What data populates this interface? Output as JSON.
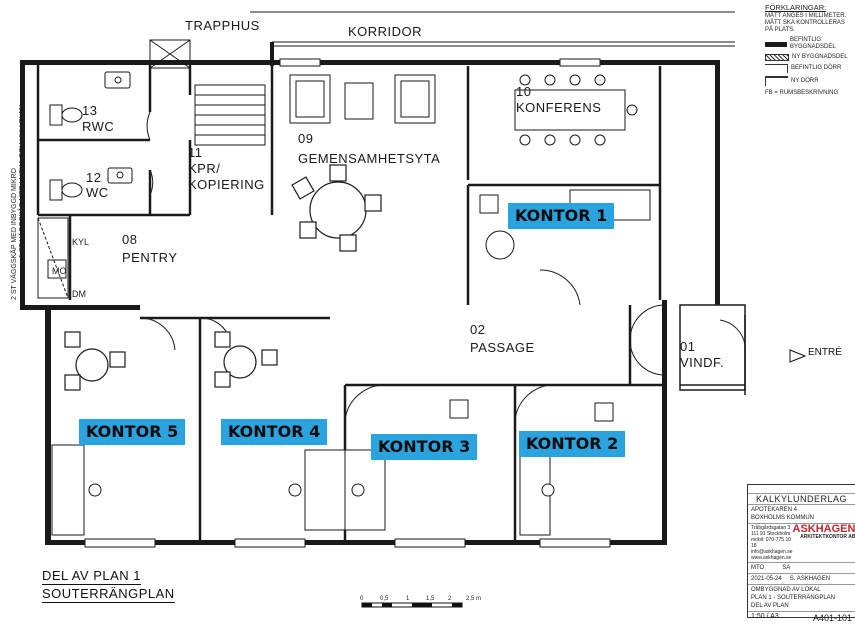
{
  "rooms": {
    "trapphus": "TRAPPHUS",
    "korridor": "KORRIDOR",
    "r13_num": "13",
    "r13_name": "RWC",
    "r12_num": "12",
    "r12_name": "WC",
    "r11_num": "11",
    "r11_line1": "KPR/",
    "r11_line2": "KOPIERING",
    "r09_num": "09",
    "r09_name": "GEMENSAMHETSYTA",
    "r10_num": "10",
    "r10_name": "KONFERENS",
    "r08_num": "08",
    "r08_name": "PENTRY",
    "r02_num": "02",
    "r02_name": "PASSAGE",
    "r01_num": "01",
    "r01_name": "VINDF."
  },
  "fixtures": {
    "kyl": "KYL",
    "mo": "MO",
    "dm": "DM",
    "wall_note_1": "1 ST VÄGGSKÅP MED LUCKA OCH HYLLPLAN",
    "wall_note_2": "2 ST VÄGGSKÅP MED INBYGGD MIKRO"
  },
  "offices": {
    "k1": "KONTOR 1",
    "k2": "KONTOR 2",
    "k3": "KONTOR 3",
    "k4": "KONTOR 4",
    "k5": "KONTOR 5"
  },
  "entrance": "ENTRÉ",
  "plan_title": {
    "line1": "DEL AV PLAN 1",
    "line2": "SOUTERRÄNGPLAN"
  },
  "scale_labels": [
    "0",
    "0,5",
    "1",
    "1,5",
    "2",
    "2,5 m"
  ],
  "legend": {
    "heading": "FÖRKLARINGAR:",
    "note1": "MÅTT ANGES I MILLIMETER.",
    "note2": "MÅTT SKA KONTROLLERAS",
    "note3": "PÅ PLATS.",
    "item1": "BEFINTLIG BYGGNADSDEL",
    "item2": "NY BYGGNADSDEL",
    "item3": "BEFINTLIG DÖRR",
    "item4": "NY DÖRR",
    "fb": "FB = RUMSBESKRIVNING"
  },
  "titleblock": {
    "kalkyl": "KALKYLUNDERLAG",
    "project1": "APOTEKAREN 4",
    "project2": "BOXHOLMS KOMMUN",
    "addr1": "Tråbgårdsgatan 3",
    "addr2": "111 91 Stockholm",
    "addr3": "mobil: 070-775 10 18",
    "addr4": "info@askhagen.se",
    "addr5": "www.askhagen.se",
    "brand_main": "ASKHAGEN",
    "brand_sub": "ARKITEKTKONTOR AB",
    "drawn": "MTO",
    "checked": "SA",
    "date": "2021-05-24",
    "resp": "S. ASKHAGEN",
    "desc1": "OMBYGGNAD AV LOKAL",
    "desc2": "PLAN 1 - SOUTERRÄNGPLAN",
    "desc3": "DEL AV PLAN",
    "scale": "1:50 / A3",
    "number": "A401-101"
  },
  "colors": {
    "tag_bg": "#2aa3de",
    "wall": "#1a1a1a",
    "brand_red": "#c0262d"
  }
}
